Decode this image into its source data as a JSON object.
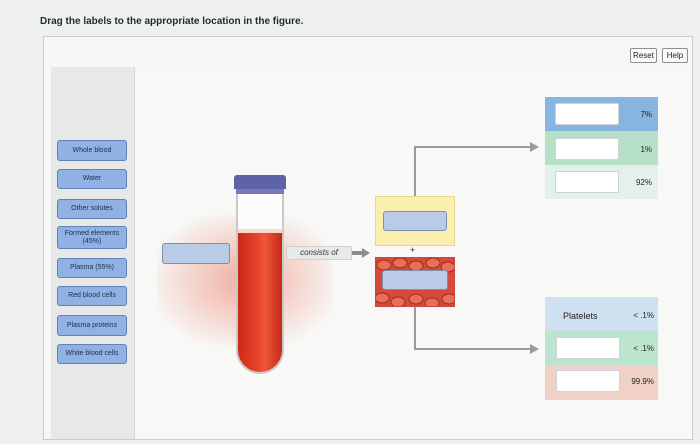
{
  "instruction": "Drag the labels to the appropriate location in the figure.",
  "buttons": {
    "reset": "Reset",
    "help": "Help"
  },
  "labels": [
    "Whole blood",
    "Water",
    "Other solutes",
    "Formed elements (45%)",
    "Plasma (55%)",
    "Red blood cells",
    "Plasma proteins",
    "White blood cells"
  ],
  "figure": {
    "connector": "consists of",
    "plus": "+",
    "plasma_percentages": [
      "7%",
      "1%",
      "92%"
    ],
    "formed_platelets": "Platelets",
    "formed_percentages": [
      "< .1%",
      "< .1%",
      "99.9%"
    ]
  },
  "colors": {
    "label_fill": "#8fb1e3",
    "drop_zone": "#b9cbe6",
    "plasma_row1": "#86b5e2",
    "plasma_row2": "#b6e0c8",
    "plasma_row3": "#e4f1ea",
    "formed_row1": "#cfe1f0",
    "formed_row2": "#bce5cf",
    "formed_row3": "#f1d0c8",
    "tube_cap": "#5d63a6",
    "blood": "#e8442c"
  },
  "icons": [
    "right-arrow-icon",
    "plus-icon"
  ]
}
